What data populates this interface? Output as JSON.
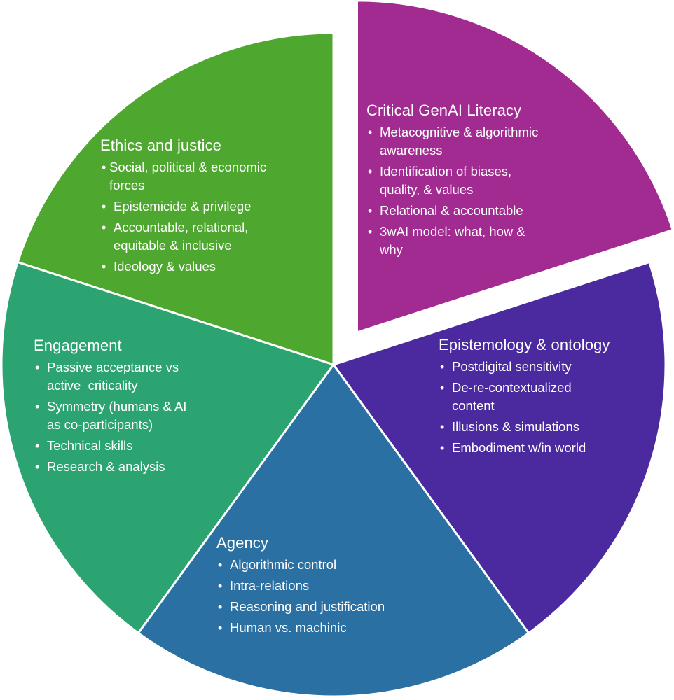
{
  "diagram": {
    "type": "exploded-pie-framework",
    "segments": [
      {
        "id": "critical-genai-literacy",
        "title": "Critical GenAI Literacy",
        "color": "#a22b91",
        "exploded": true,
        "share": 0.2,
        "items": [
          [
            "Metacognitive &  algorithmic",
            "awareness"
          ],
          [
            "Identification of biases,",
            "quality, & values"
          ],
          [
            "Relational & accountable"
          ],
          [
            "3wAI model: what, how &",
            "why"
          ]
        ]
      },
      {
        "id": "epistemology-ontology",
        "title_lines": [
          "Epistemology &",
          "ontology"
        ],
        "color": "#4a2a9e",
        "exploded": false,
        "share": 0.2,
        "items": [
          [
            "Postdigital sensitivity"
          ],
          [
            "De-re-contextualized",
            "content"
          ],
          [
            "Illusions & simulations"
          ],
          [
            "Embodiment w/in world"
          ]
        ]
      },
      {
        "id": "agency",
        "title": "Agency",
        "color": "#2b70a3",
        "exploded": false,
        "share": 0.2,
        "items": [
          [
            "Algorithmic control"
          ],
          [
            "Intra-relations"
          ],
          [
            "Reasoning and justification"
          ],
          [
            "Human vs. machinic"
          ]
        ]
      },
      {
        "id": "engagement",
        "title": "Engagement",
        "color": "#2ca471",
        "exploded": false,
        "share": 0.2,
        "items": [
          [
            "Passive acceptance vs",
            "active  criticality"
          ],
          [
            "Symmetry (humans & AI",
            "as co-participants)"
          ],
          [
            "Technical skills"
          ],
          [
            "Research & analysis"
          ]
        ]
      },
      {
        "id": "ethics-justice",
        "title": "Ethics and justice",
        "color": "#4ea82f",
        "exploded": false,
        "share": 0.2,
        "items": [
          [
            "Social, political & economic",
            "forces"
          ],
          [
            "Epistemicide & privilege"
          ],
          [
            "Accountable, relational,",
            "equitable & inclusive"
          ],
          [
            "Ideology & values"
          ]
        ]
      }
    ],
    "separator_color": "#ffffff"
  }
}
